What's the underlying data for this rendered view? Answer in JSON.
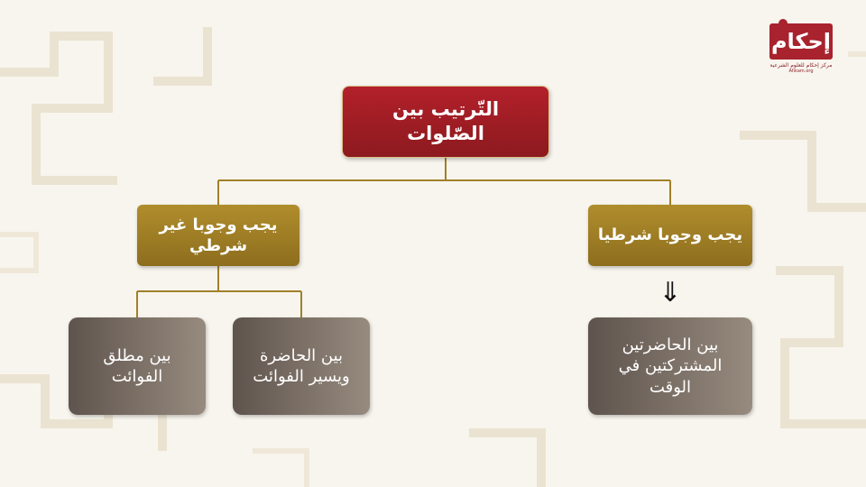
{
  "colors": {
    "root_fill": "#a11f27",
    "level1_fill": "#a0802a",
    "leaf_fill": "#7b7066",
    "connector": "#a0802a",
    "background": "#f8f5ee"
  },
  "logo": {
    "mark": "إحكام",
    "subtitle": "مركز إحكام للعلوم الشرعية",
    "subtitle_latin": "Ahkam.org"
  },
  "diagram": {
    "root": {
      "label": "التّرتيب بين الصّلوات"
    },
    "left": {
      "label": "يجب وجوبا غير شرطي",
      "children": [
        {
          "label": "بين الحاضرة ويسير الفوائت"
        },
        {
          "label": "بين مطلق الفوائت"
        }
      ]
    },
    "right": {
      "label": "يجب وجوبا شرطيا",
      "arrow": "⇓",
      "child": {
        "label": "بين الحاضرتين المشتركتين في الوقت"
      }
    }
  }
}
